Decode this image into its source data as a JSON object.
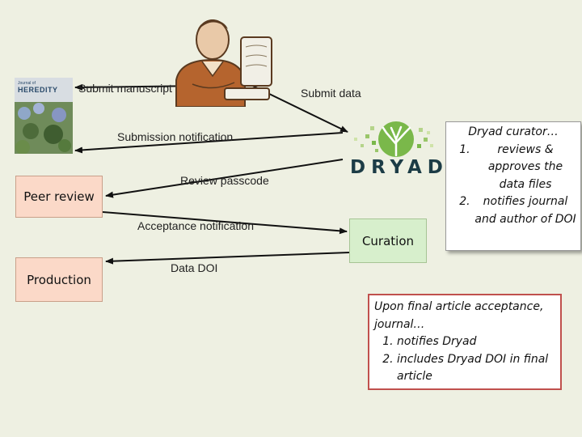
{
  "labels": {
    "submit_manuscript": "Submit manuscript",
    "submit_data": "Submit data",
    "submission_notification": "Submission notification",
    "review_passcode": "Review passcode",
    "acceptance_notification": "Acceptance notification",
    "data_doi": "Data DOI"
  },
  "boxes": {
    "peer_review": "Peer review",
    "production": "Production",
    "curation": "Curation"
  },
  "journal_cover": {
    "line1": "Journal of",
    "line2": "HEREDITY"
  },
  "dryad_logo": {
    "word": "DRYAD"
  },
  "curator_note": {
    "title": "Dryad curator…",
    "items": [
      "reviews & approves the data files",
      "notifies journal and author of DOI"
    ]
  },
  "journal_note": {
    "title": "Upon final article acceptance, journal…",
    "items": [
      "notifies Dryad",
      "includes Dryad DOI in final article"
    ]
  },
  "colors": {
    "process_box": "#fbd9c8",
    "curation_box": "#d7efcc",
    "note_border": "#c0504d",
    "dryad_green": "#7ab84a"
  }
}
